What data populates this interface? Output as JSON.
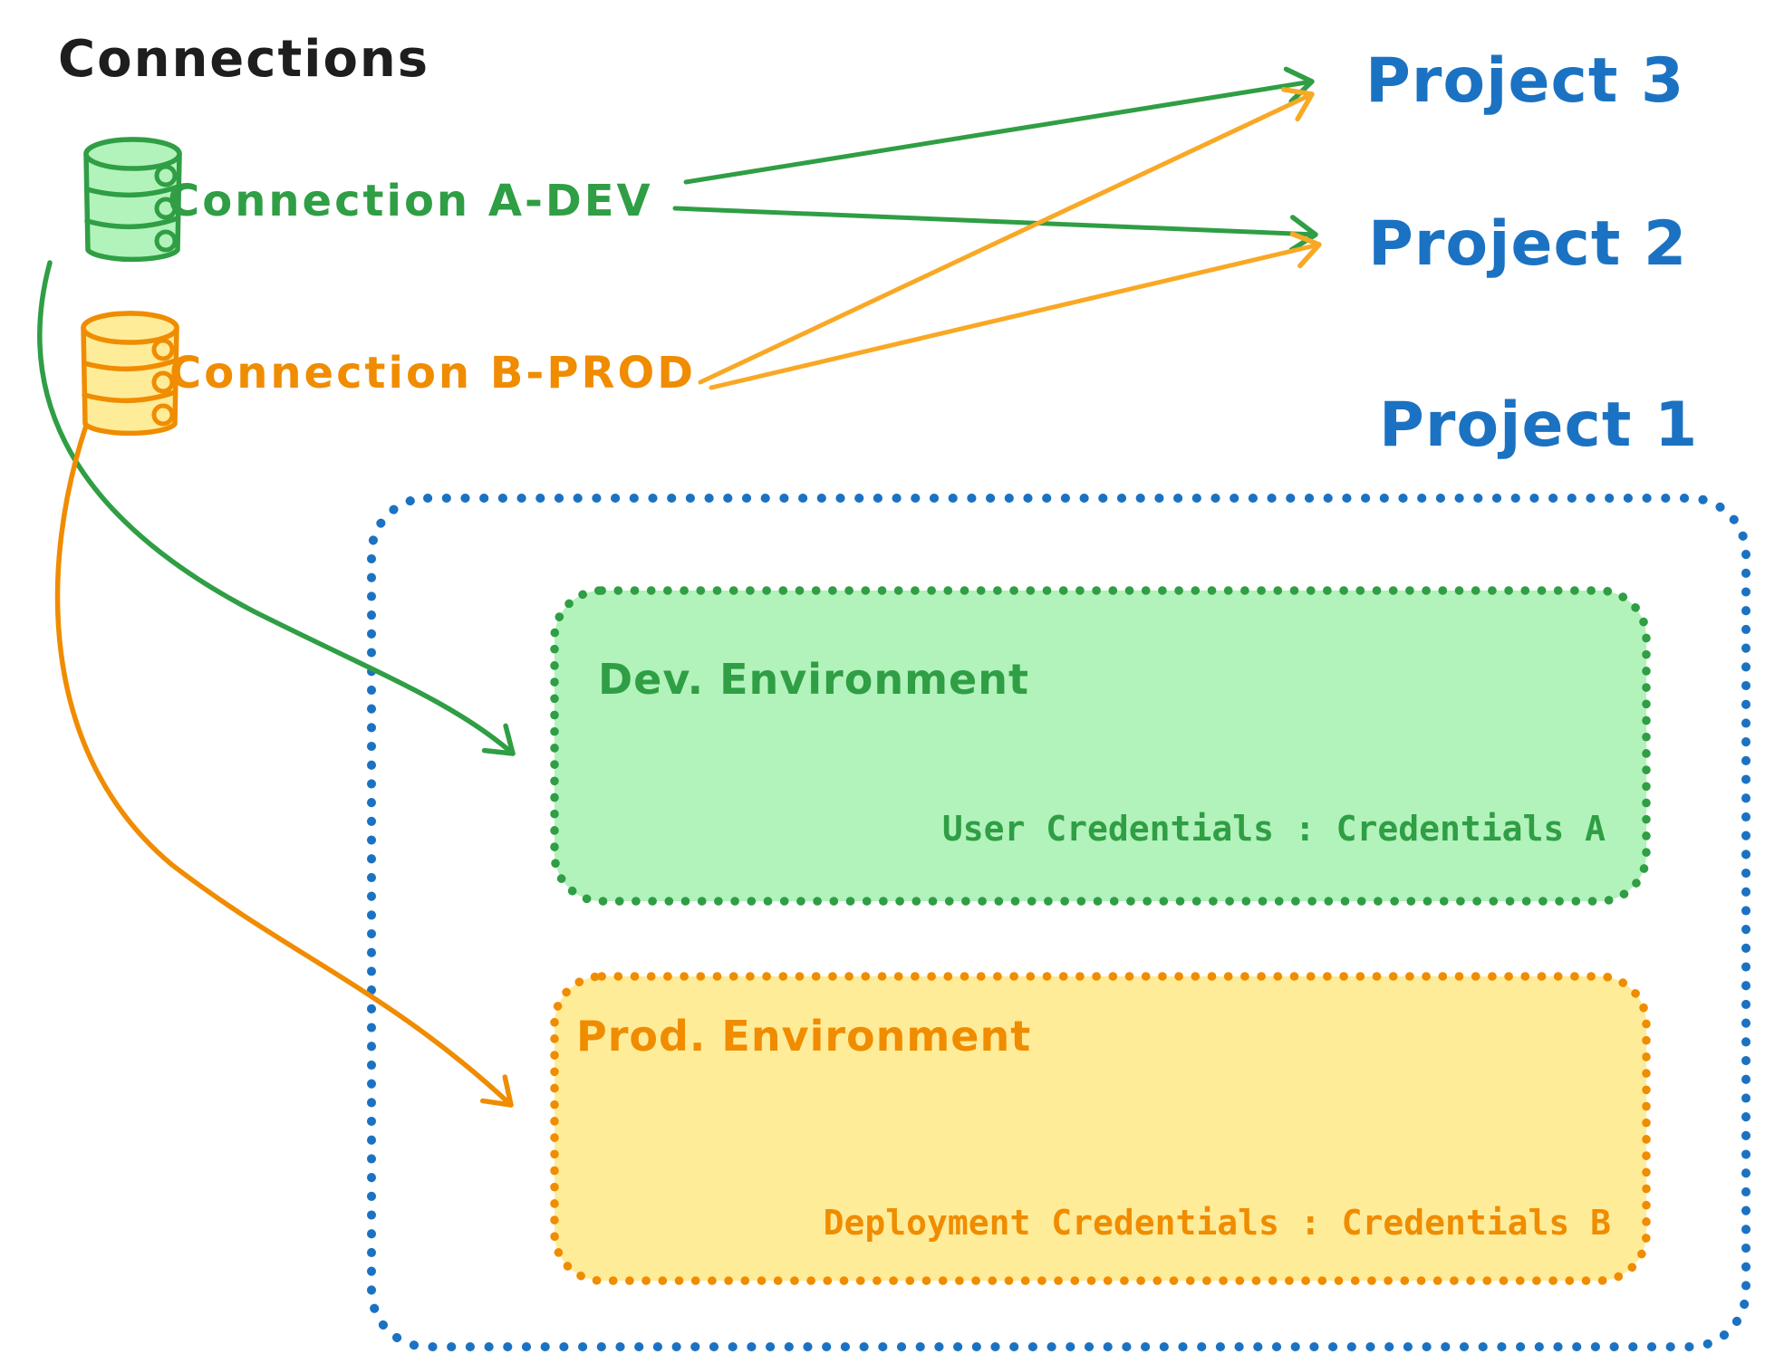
{
  "title": "Connections",
  "colors": {
    "ink": "#1e1e1e",
    "blue": "#1b72c2",
    "green": "#2f9e44",
    "green_fill": "#b2f2bb",
    "orange": "#f08c00",
    "orange_fill": "#ffec99",
    "orange_arrow_light": "#f9a825"
  },
  "connections": [
    {
      "label": "Connection A-DEV",
      "color": "#2f9e44",
      "icon": "database-icon"
    },
    {
      "label": "Connection B-PROD",
      "color": "#f08c00",
      "icon": "database-icon"
    }
  ],
  "projects": [
    {
      "label": "Project 3"
    },
    {
      "label": "Project 2"
    },
    {
      "label": "Project 1"
    }
  ],
  "project1": {
    "environments": [
      {
        "title": "Dev. Environment",
        "credentials": "User Credentials : Credentials A"
      },
      {
        "title": "Prod. Environment",
        "credentials": "Deployment Credentials : Credentials B"
      }
    ]
  },
  "arrows": [
    {
      "from": "Connection A-DEV",
      "to": "Project 3",
      "color": "#2f9e44"
    },
    {
      "from": "Connection A-DEV",
      "to": "Project 2",
      "color": "#2f9e44"
    },
    {
      "from": "Connection A-DEV",
      "to": "Dev. Environment",
      "color": "#2f9e44"
    },
    {
      "from": "Connection B-PROD",
      "to": "Project 3",
      "color": "#f9a825"
    },
    {
      "from": "Connection B-PROD",
      "to": "Project 2",
      "color": "#f9a825"
    },
    {
      "from": "Connection B-PROD",
      "to": "Prod. Environment",
      "color": "#f08c00"
    }
  ]
}
